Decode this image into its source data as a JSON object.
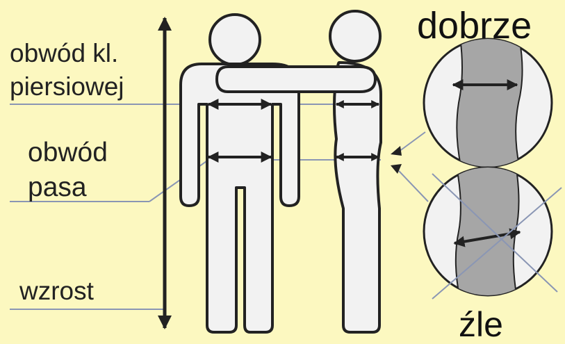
{
  "labels": {
    "chest_line1": "obwód kl.",
    "chest_line2": "piersiowej",
    "waist_line1": "obwód",
    "waist_line2": "pasa",
    "height": "wzrost",
    "correct": "dobrze",
    "wrong": "źle"
  },
  "colors": {
    "background": "#fcf8c0",
    "figure_fill": "#f2f2f2",
    "outline": "#222222",
    "tape_fill": "#a6a6a6",
    "leader_lines": "#8a96b4"
  }
}
